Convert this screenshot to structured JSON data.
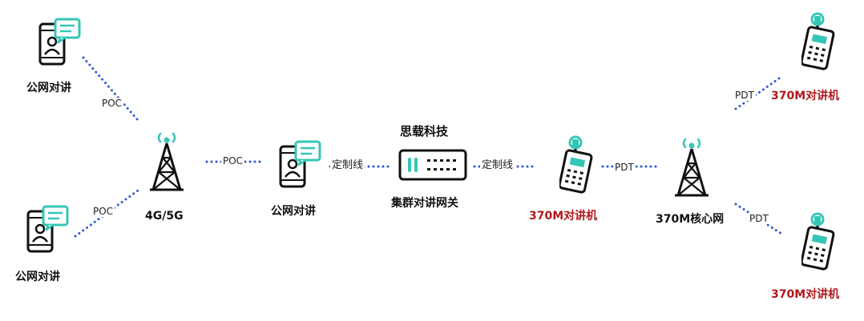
{
  "nodes": {
    "poc_phone_top": {
      "label": "公网对讲",
      "icon": "smartphone-chat-icon"
    },
    "poc_phone_bottom": {
      "label": "公网对讲",
      "icon": "smartphone-chat-icon"
    },
    "tower_4g5g": {
      "label": "4G/5G",
      "icon": "cell-tower-icon"
    },
    "poc_phone_center": {
      "label": "公网对讲",
      "icon": "smartphone-chat-icon"
    },
    "gateway": {
      "brand": "思载科技",
      "label": "集群对讲网关",
      "icon": "gateway-device-icon"
    },
    "radio_center": {
      "label": "370M对讲机",
      "icon": "walkie-talkie-icon"
    },
    "core_network": {
      "label": "370M核心网",
      "icon": "cell-tower-icon"
    },
    "radio_top_right": {
      "label": "370M对讲机",
      "icon": "walkie-talkie-icon"
    },
    "radio_bottom_right": {
      "label": "370M对讲机",
      "icon": "walkie-talkie-icon"
    }
  },
  "edges": {
    "poc_top": "POC",
    "poc_bottom": "POC",
    "poc_middle": "POC",
    "cable_left": "定制线",
    "cable_right": "定制线",
    "pdt_center": "PDT",
    "pdt_top": "PDT",
    "pdt_bottom": "PDT"
  },
  "colors": {
    "link": "#2e55d6",
    "accent": "#34c6b5",
    "device_red_label": "#b0191c",
    "line_icon": "#111111"
  }
}
